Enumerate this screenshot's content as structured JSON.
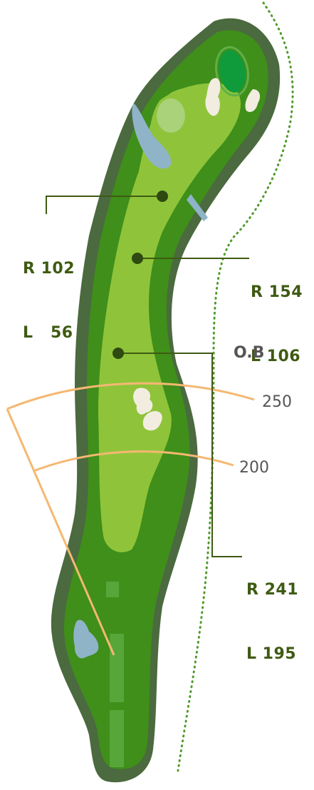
{
  "markers": [
    {
      "r": "R 102",
      "l": "L   56"
    },
    {
      "r": "R 154",
      "l": "L 106"
    },
    {
      "r": "R 241",
      "l": "L 195"
    }
  ],
  "arcs": [
    {
      "label": "250"
    },
    {
      "label": "200"
    }
  ],
  "ob_label": "O.B",
  "colors": {
    "rough_dark": "#4b6a3f",
    "rough": "#3f8f1a",
    "fairway": "#8fc43a",
    "green": "#0f9a3c",
    "bunker": "#f2ede0",
    "water": "#8fb4c8",
    "tee": "#56a63a",
    "distance_line": "#f5b872",
    "marker_line": "#3f5a12",
    "ob_dots": "#4f9a2a"
  }
}
